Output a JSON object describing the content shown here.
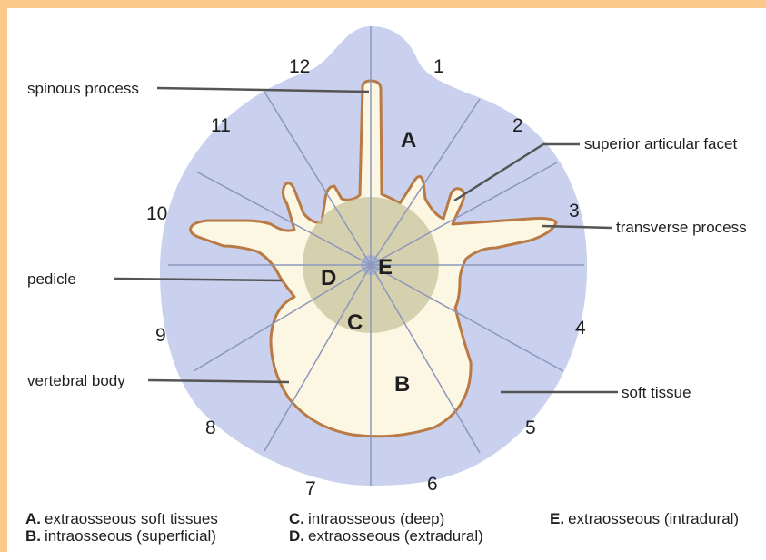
{
  "sectors": [
    "12",
    "1",
    "2",
    "3",
    "4",
    "5",
    "6",
    "7",
    "8",
    "9",
    "10",
    "11"
  ],
  "zones": {
    "A": "A",
    "B": "B",
    "C": "C",
    "D": "D",
    "E": "E"
  },
  "labels": {
    "spinous_process": "spinous process",
    "superior_articular_facet": "superior articular facet",
    "transverse_process": "transverse process",
    "pedicle": "pedicle",
    "vertebral_body": "vertebral body",
    "soft_tissue": "soft tissue"
  },
  "legend": [
    {
      "key": "A.",
      "text": "extraosseous soft tissues"
    },
    {
      "key": "B.",
      "text": "intraosseous (superficial)"
    },
    {
      "key": "C.",
      "text": "intraosseous (deep)"
    },
    {
      "key": "D.",
      "text": "extraosseous (extradural)"
    },
    {
      "key": "E.",
      "text": "extraosseous (intradural)"
    }
  ],
  "colors": {
    "frame": "#fbc98a",
    "soft_tissue_fill": "#c9d1ee",
    "bone_fill": "#fcf7e3",
    "bone_outline": "#b97a45",
    "deep_zone": "#c8c39b",
    "canal": "#a9b5cf",
    "sector_lines": "#8d97bb",
    "leader_lines": "#555555"
  }
}
